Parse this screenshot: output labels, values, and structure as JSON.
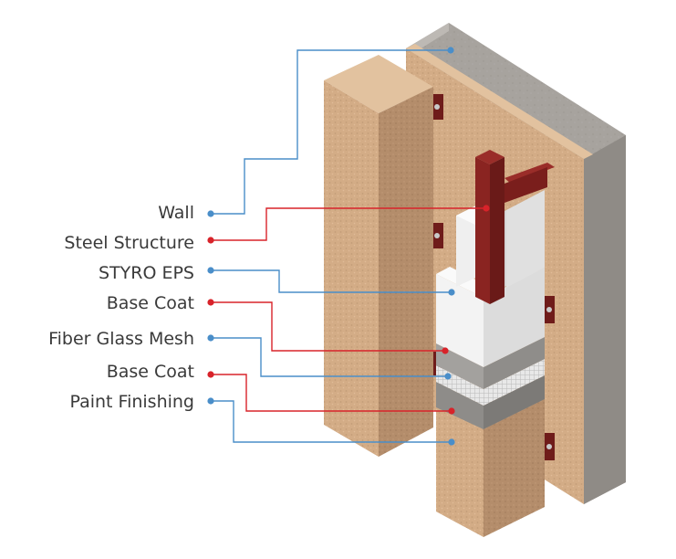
{
  "labels": [
    {
      "id": "wall",
      "text": "Wall",
      "kind": "primary"
    },
    {
      "id": "steel-structure",
      "text": "Steel Structure",
      "kind": "accent"
    },
    {
      "id": "styro-eps",
      "text": "STYRO EPS",
      "kind": "primary"
    },
    {
      "id": "base-coat-1",
      "text": "Base Coat",
      "kind": "accent"
    },
    {
      "id": "fiber-glass-mesh",
      "text": "Fiber Glass Mesh",
      "kind": "primary"
    },
    {
      "id": "base-coat-2",
      "text": "Base Coat",
      "kind": "accent"
    },
    {
      "id": "paint-finishing",
      "text": "Paint Finishing",
      "kind": "primary"
    }
  ],
  "colors": {
    "primary": "#4a8ec9",
    "accent": "#d8232a",
    "wall": "#a7a39e",
    "wall_side": "#8f8b86",
    "render": "#d3ac86",
    "render_dark": "#b48d6b",
    "eps": "#f1f1f1",
    "steel": "#7a1e1c",
    "base_coat": "#9d9b98",
    "mesh": "#e8e8e8",
    "text": "#3a3a3a"
  }
}
